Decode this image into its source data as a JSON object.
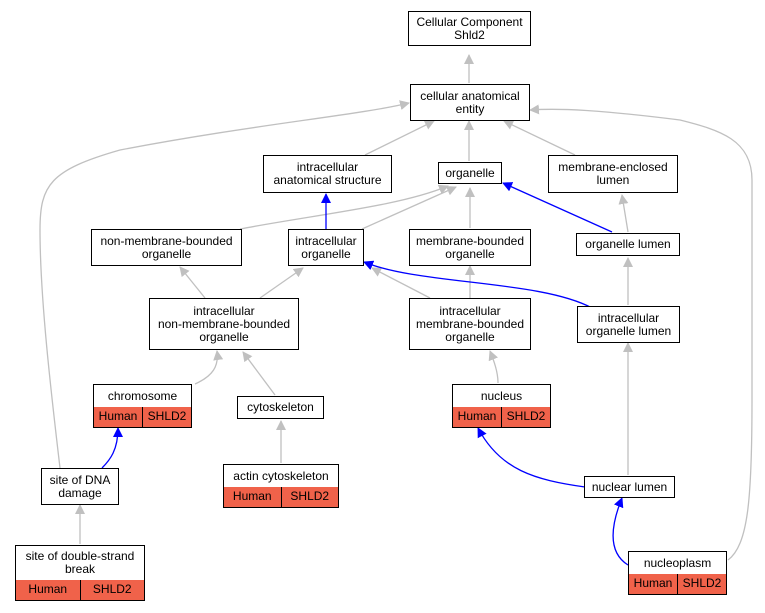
{
  "colors": {
    "gray_edge": "#c0c0c0",
    "blue_edge": "#0000ff",
    "annotation_fill": "#f0624a",
    "node_border": "#000000",
    "node_fill": "#ffffff"
  },
  "nodes": {
    "root": "Cellular Component\nShld2",
    "cae": "cellular anatomical\nentity",
    "ias": "intracellular\nanatomical structure",
    "organelle": "organelle",
    "mel": "membrane-enclosed\nlumen",
    "nmbo": "non-membrane-bounded\norganelle",
    "io": "intracellular\norganelle",
    "mbo": "membrane-bounded\norganelle",
    "ol": "organelle lumen",
    "inmbo": "intracellular\nnon-membrane-bounded\norganelle",
    "imbo": "intracellular\nmembrane-bounded\norganelle",
    "iol": "intracellular\norganelle lumen",
    "chromosome": "chromosome",
    "cytoskeleton": "cytoskeleton",
    "nucleus": "nucleus",
    "actin": "actin cytoskeleton",
    "dna": "site of DNA\ndamage",
    "nuclumen": "nuclear lumen",
    "dsb": "site of double-strand\nbreak",
    "nucleoplasm": "nucleoplasm"
  },
  "annotations": {
    "chromosome": {
      "species": "Human",
      "gene": "SHLD2"
    },
    "nucleus": {
      "species": "Human",
      "gene": "SHLD2"
    },
    "actin": {
      "species": "Human",
      "gene": "SHLD2"
    },
    "dsb": {
      "species": "Human",
      "gene": "SHLD2"
    },
    "nucleoplasm": {
      "species": "Human",
      "gene": "SHLD2"
    }
  }
}
